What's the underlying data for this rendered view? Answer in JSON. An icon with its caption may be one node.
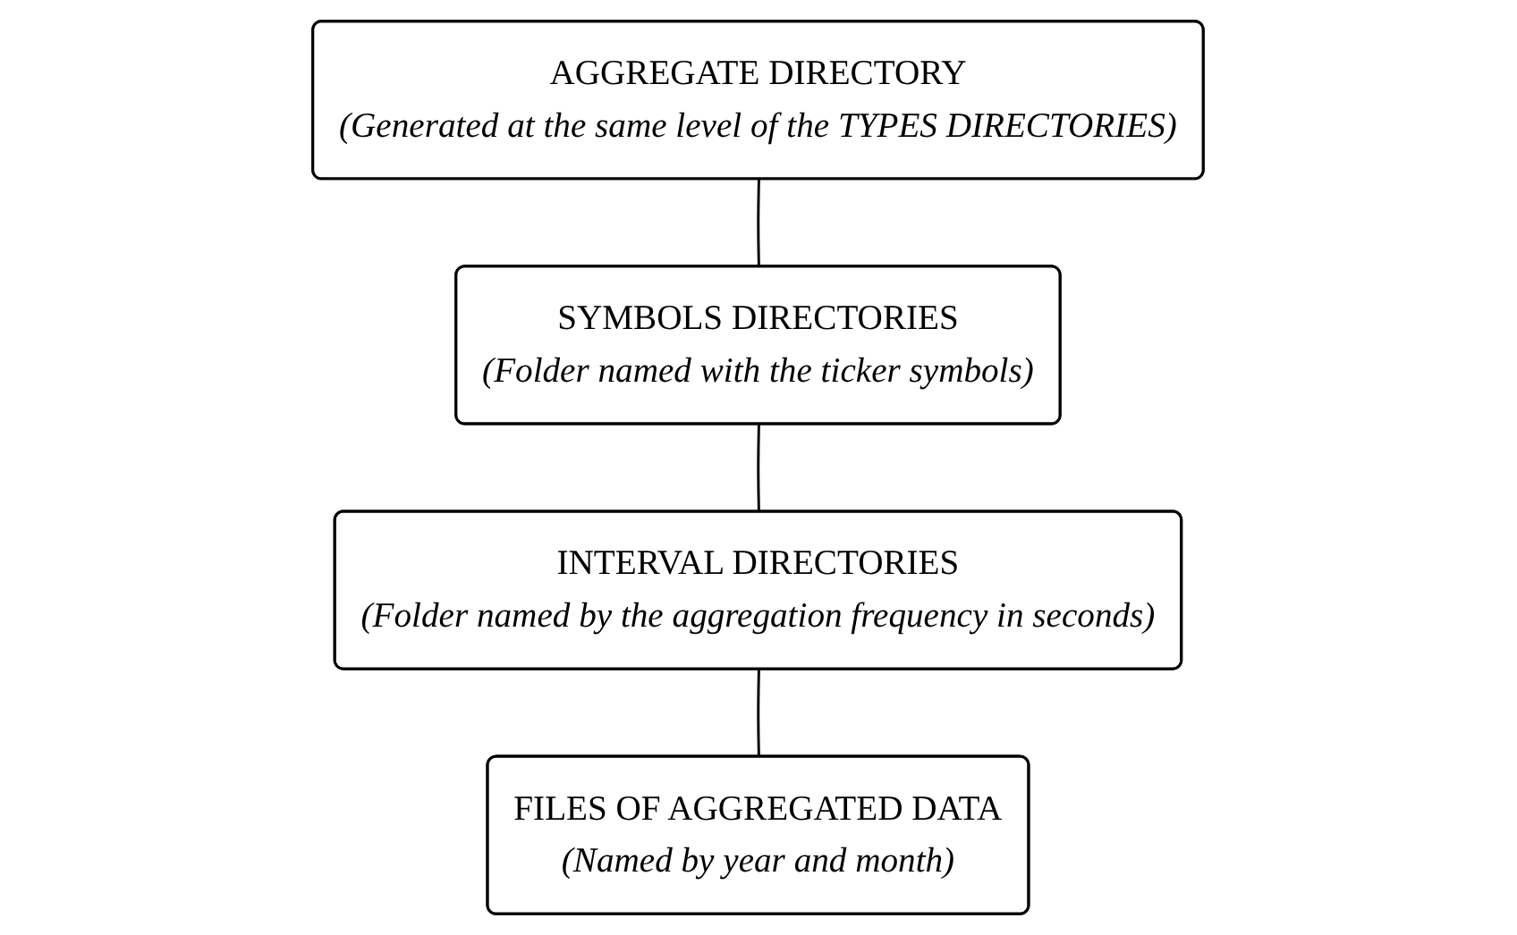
{
  "diagram": {
    "nodes": [
      {
        "text": [
          "AGGREGATE DIRECTORY",
          "(Generated at the same level of the TYPES DIRECTORIES)"
        ]
      },
      {
        "text": [
          "SYMBOLS DIRECTORIES",
          "(Folder named with the ticker symbols)"
        ]
      },
      {
        "text": [
          "INTERVAL DIRECTORIES",
          "(Folder named by the aggregation frequency in seconds)"
        ]
      },
      {
        "text": [
          "FILES OF AGGREGATED DATA",
          "(Named by year and month)"
        ]
      }
    ],
    "edges": [
      {
        "from": 0,
        "to": 1,
        "arrow": "none"
      },
      {
        "from": 1,
        "to": 2,
        "arrow": "none"
      },
      {
        "from": 2,
        "to": 3,
        "arrow": "none"
      }
    ]
  }
}
